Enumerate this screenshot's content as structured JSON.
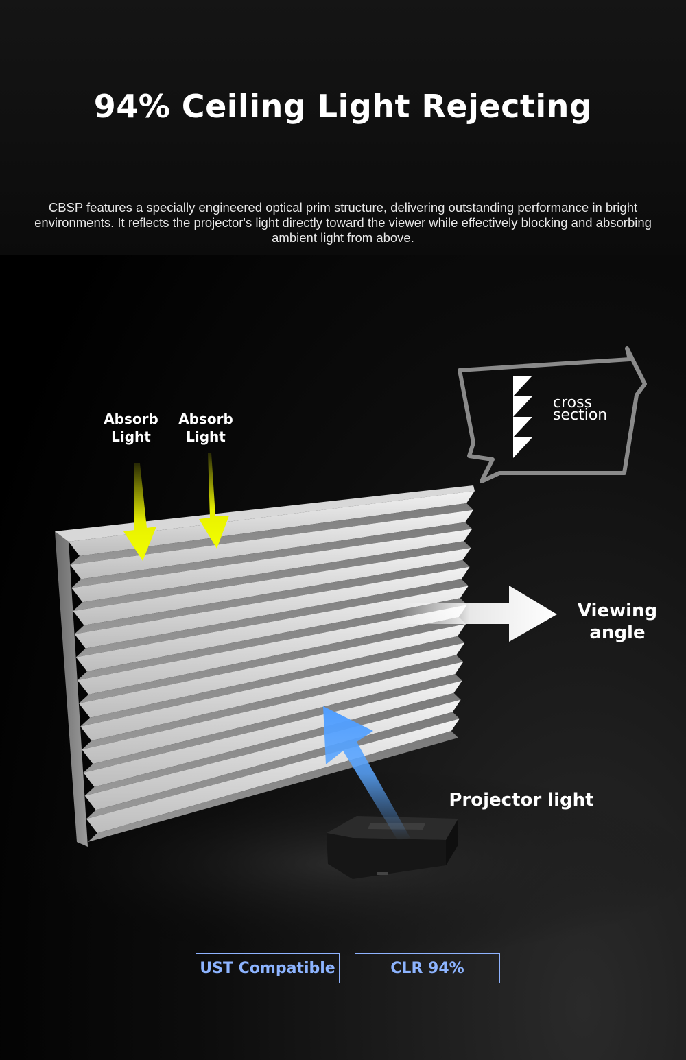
{
  "header": {
    "title": "94% Ceiling Light Rejecting",
    "description": "CBSP features a specially engineered optical prim structure, delivering outstanding performance in bright environments. It reflects the projector's light directly toward the viewer while effectively blocking and absorbing ambient light from above."
  },
  "diagram": {
    "absorb_labels": [
      "Absorb\nLight",
      "Absorb\nLight"
    ],
    "cross_section_label_1": "cross",
    "cross_section_label_2": "section",
    "viewing_label_1": "Viewing",
    "viewing_label_2": "angle",
    "projector_label": "Projector light"
  },
  "badges": {
    "ust": "UST Compatible",
    "clr": "CLR 94%"
  },
  "colors": {
    "absorb_arrow": "#e8f000",
    "projector_arrow": "#5aa6ff",
    "badge_border": "#8fb3ff",
    "badge_text": "#8db4ff"
  }
}
